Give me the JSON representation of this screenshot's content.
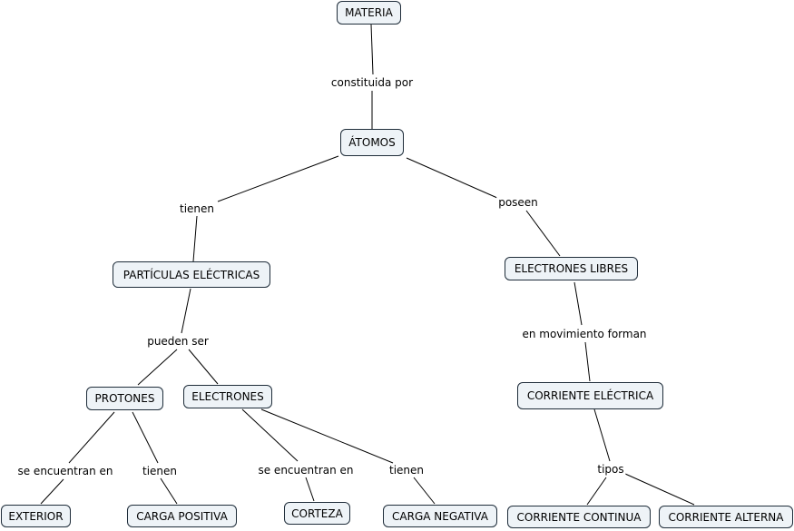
{
  "nodes": {
    "materia": "MATERIA",
    "atomos": "ÁTOMOS",
    "particulas": "PARTÍCULAS ELÉCTRICAS",
    "electrones_libres": "ELECTRONES LIBRES",
    "protones": "PROTONES",
    "electrones": "ELECTRONES",
    "corriente": "CORRIENTE ELÉCTRICA",
    "exterior": "EXTERIOR",
    "carga_positiva": "CARGA POSITIVA",
    "corteza": "CORTEZA",
    "carga_negativa": "CARGA NEGATIVA",
    "corriente_continua": "CORRIENTE CONTINUA",
    "corriente_alterna": "CORRIENTE ALTERNA"
  },
  "links": {
    "constituida": "constituida por",
    "tienen_1": "tienen",
    "poseen": "poseen",
    "pueden_ser": "pueden ser",
    "movimiento": "en movimiento forman",
    "encuentran_1": "se encuentran en",
    "tienen_2": "tienen",
    "encuentran_2": "se encuentran en",
    "tienen_3": "tienen",
    "tipos": "tipos"
  },
  "colors": {
    "node_fill": "#eef3f7",
    "node_border": "#1f2d3a",
    "line": "#000000"
  }
}
